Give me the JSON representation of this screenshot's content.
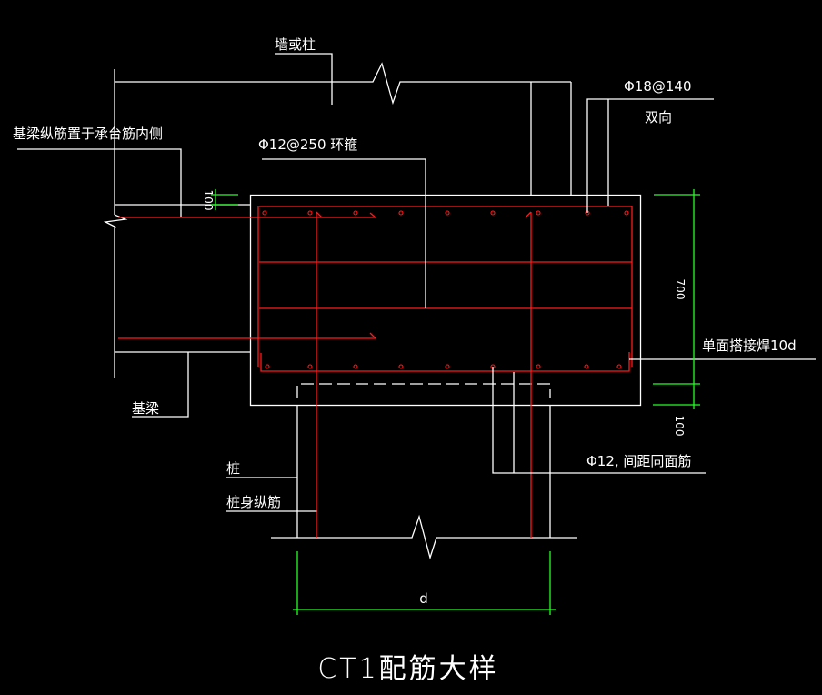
{
  "drawing": {
    "title": "CT1配筋大样",
    "colors": {
      "background": "#000000",
      "outline": "#ffffff",
      "rebar": "#ff1a1a",
      "dimension": "#22ff22"
    },
    "labels": {
      "wall_or_column": "墙或柱",
      "beam_rebar_note": "基梁纵筋置于承台筋内侧",
      "stirrup": "Φ12@250 环箍",
      "top_bottom_rebar": "Φ18@140",
      "two_way": "双向",
      "lap_weld": "单面搭接焊10d",
      "foundation_beam": "基梁",
      "pile": "桩",
      "pile_rebar": "桩身纵筋",
      "side_rebar": "Φ12, 间距同面筋"
    },
    "dimensions": {
      "cover_top": "100",
      "cap_height": "700",
      "pile_embed": "100",
      "pile_diameter": "d"
    }
  }
}
